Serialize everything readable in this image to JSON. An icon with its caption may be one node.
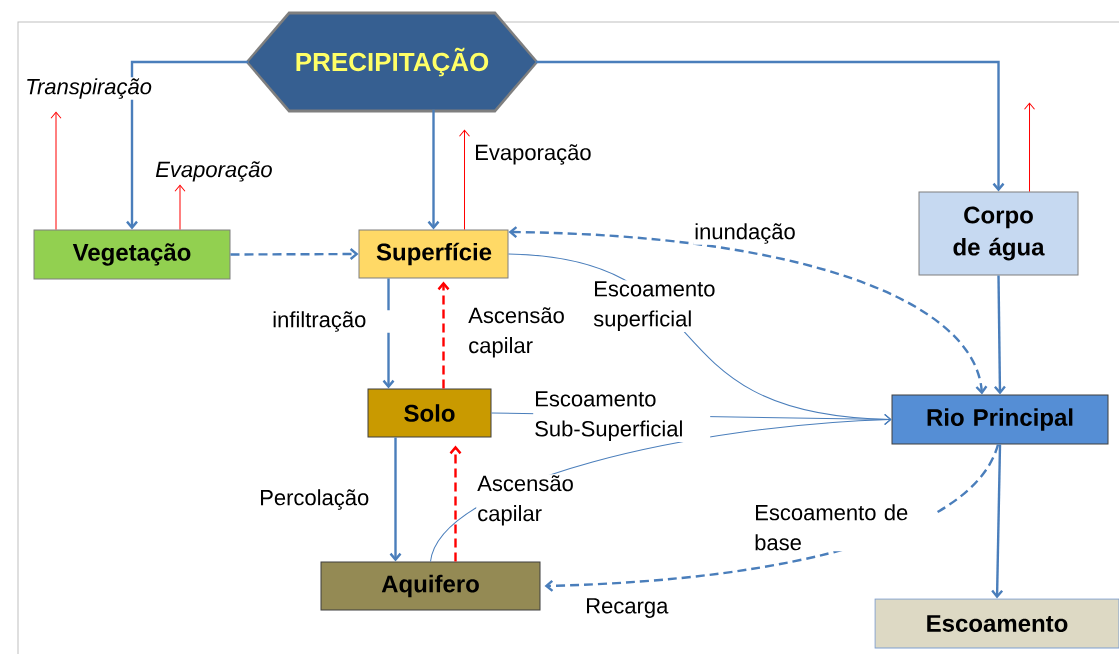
{
  "diagram": {
    "nodes": [
      {
        "text": [
          "PRECIPITAÇÃO"
        ]
      },
      {
        "text": [
          "Vegetação"
        ]
      },
      {
        "text": [
          "Superfície"
        ]
      },
      {
        "text": [
          "Corpo de água"
        ]
      },
      {
        "text": [
          "Solo"
        ]
      },
      {
        "text": [
          "Rio Principal"
        ]
      },
      {
        "text": [
          "Aquifero"
        ]
      },
      {
        "text": [
          "Escoamento"
        ]
      }
    ],
    "edges": [
      {
        "from": 0,
        "to": 1,
        "arrow": "to"
      },
      {
        "from": 0,
        "to": 2,
        "arrow": "to"
      },
      {
        "from": 0,
        "to": 3,
        "arrow": "to"
      },
      {
        "from": 1,
        "to": null,
        "arrow": "to",
        "label": "Transpiração",
        "color": "#ff0000"
      },
      {
        "from": 1,
        "to": null,
        "arrow": "to",
        "label": "Evaporação",
        "color": "#ff0000"
      },
      {
        "from": 2,
        "to": null,
        "arrow": "to",
        "label": "Evaporação",
        "color": "#ff0000"
      },
      {
        "from": 3,
        "to": null,
        "arrow": "to",
        "color": "#ff0000"
      },
      {
        "from": 1,
        "to": 2,
        "arrow": "to",
        "style": "dashed"
      },
      {
        "from": 2,
        "to": 5,
        "arrow": "both",
        "label": "inundação",
        "style": "dashed"
      },
      {
        "from": 2,
        "to": 5,
        "arrow": "to",
        "label": "Escoamento superficial"
      },
      {
        "from": 2,
        "to": 4,
        "arrow": "to",
        "label": "infiltração"
      },
      {
        "from": 4,
        "to": 2,
        "arrow": "to",
        "label": "Ascensão capilar",
        "style": "dashed",
        "color": "#ff0000"
      },
      {
        "from": 4,
        "to": 5,
        "arrow": "to",
        "label": "Escoamento Sub-Superficial"
      },
      {
        "from": 6,
        "to": 5,
        "arrow": "to"
      },
      {
        "from": 3,
        "to": 5,
        "arrow": "to"
      },
      {
        "from": 4,
        "to": 6,
        "arrow": "to",
        "label": "Percolação"
      },
      {
        "from": 6,
        "to": 4,
        "arrow": "to",
        "label": "Ascensão capilar",
        "style": "dashed",
        "color": "#ff0000"
      },
      {
        "from": 5,
        "to": 6,
        "arrow": "to",
        "label": "Escoamento de base",
        "style": "dashed"
      },
      {
        "from": 5,
        "to": 7,
        "arrow": "to"
      }
    ],
    "labels": [
      "Recarga"
    ]
  }
}
